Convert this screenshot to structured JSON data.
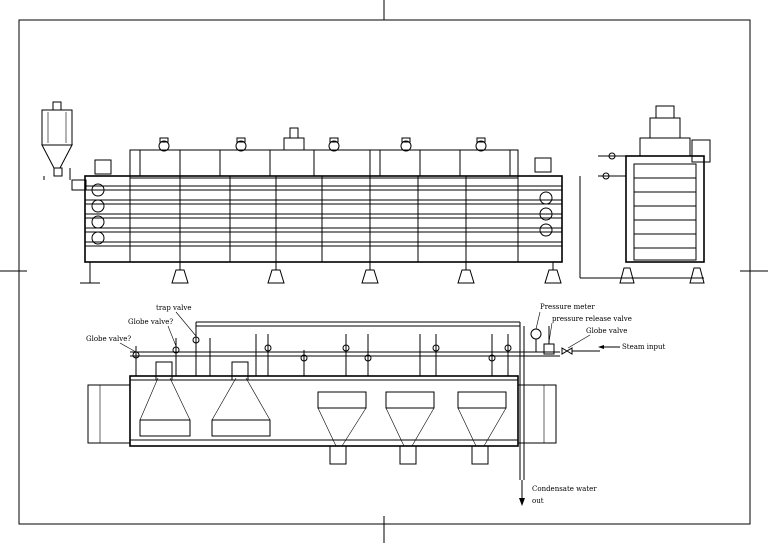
{
  "labels": {
    "trap_valve": "trap valve",
    "globe_valve_top": "Globe valve?",
    "globe_valve_left": "Globe valve?",
    "pressure_meter": "Pressure meter",
    "pressure_release_valve": "pressure release valve",
    "globe_valve_right": "Globe valve",
    "steam_input": "Steam input",
    "condensate_line1": "Condensate water",
    "condensate_line2": "out"
  }
}
